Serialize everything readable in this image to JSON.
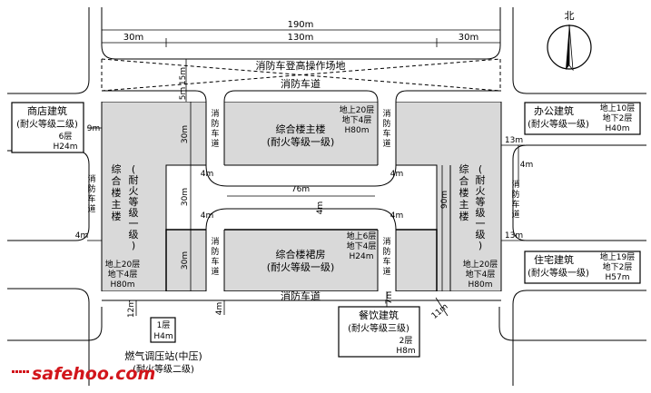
{
  "dimensions": {
    "total_width": "190m",
    "left_band": "30m",
    "middle_band": "130m",
    "right_band": "30m",
    "top_gap_15": "15m",
    "top_gap_5": "5m",
    "left_spacing_9": "9m",
    "right_spacing_13a": "13m",
    "right_spacing_13b": "13m",
    "right_spacing_4": "4m",
    "left_spacing_4": "4m",
    "bottom_spacing_12": "12m",
    "bottom_spacing_4": "4m",
    "bottom_spacing_7": "7m",
    "diag_11": "11m",
    "h_30_top": "30m",
    "h_30_mid": "30m",
    "h_30_bottom": "30m",
    "depth_90": "90m",
    "court_width_76": "76m",
    "court_gap_4": "4m",
    "corner_tl": "4m",
    "corner_tr": "4m",
    "corner_ml": "4m",
    "corner_mr": "4m"
  },
  "labels": {
    "north": "北",
    "fire_platform": "消防车登高操作场地",
    "fire_lane_top": "消防车道",
    "fire_lane_bottom": "消防车道",
    "lane_v1": "消防车道",
    "lane_v2": "消防车道",
    "lane_v3": "消防车道",
    "lane_v4": "消防车道",
    "lane_left": "消防车道",
    "lane_right": "消防车道",
    "main_tower_top_name": "综合楼主楼",
    "main_tower_top_grade": "(耐火等级一级)",
    "main_tower_top_floors_a": "地上20层",
    "main_tower_top_floors_b": "地下4层",
    "main_tower_top_height": "H80m",
    "left_tower_name": "综合楼主楼",
    "left_tower_grade": "(耐火等级一级)",
    "left_tower_floors_a": "地上20层",
    "left_tower_floors_b": "地下4层",
    "left_tower_height": "H80m",
    "right_tower_name": "综合楼主楼",
    "right_tower_grade": "(耐火等级一级)",
    "right_tower_floors_a": "地上20层",
    "right_tower_floors_b": "地下4层",
    "right_tower_height": "H80m",
    "podium_name": "综合楼裙房",
    "podium_grade": "(耐火等级一级)",
    "podium_floors_a": "地上6层",
    "podium_floors_b": "地下4层",
    "podium_height": "H24m",
    "shop_name": "商店建筑",
    "shop_grade": "(耐火等级二级)",
    "shop_floors": "6层",
    "shop_height": "H24m",
    "office_name": "办公建筑",
    "office_grade": "(耐火等级一级)",
    "office_floors_a": "地上10层",
    "office_floors_b": "地下2层",
    "office_height": "H40m",
    "housing_name": "住宅建筑",
    "housing_grade": "(耐火等级一级)",
    "housing_floors_a": "地上19层",
    "housing_floors_b": "地下2层",
    "housing_height": "H57m",
    "restaurant_name": "餐饮建筑",
    "restaurant_grade": "(耐火等级三级)",
    "restaurant_floors": "2层",
    "restaurant_height": "H8m",
    "gas_floors": "1层",
    "gas_height": "H4m",
    "gas_name": "燃气调压站(中压)",
    "gas_grade": "(耐火等级二级)"
  },
  "watermark": "safehoo.com",
  "colors": {
    "building_fill": "#d9d9d9",
    "watermark_red": "#d2151b",
    "watermark_blue": "#1c3f94"
  }
}
